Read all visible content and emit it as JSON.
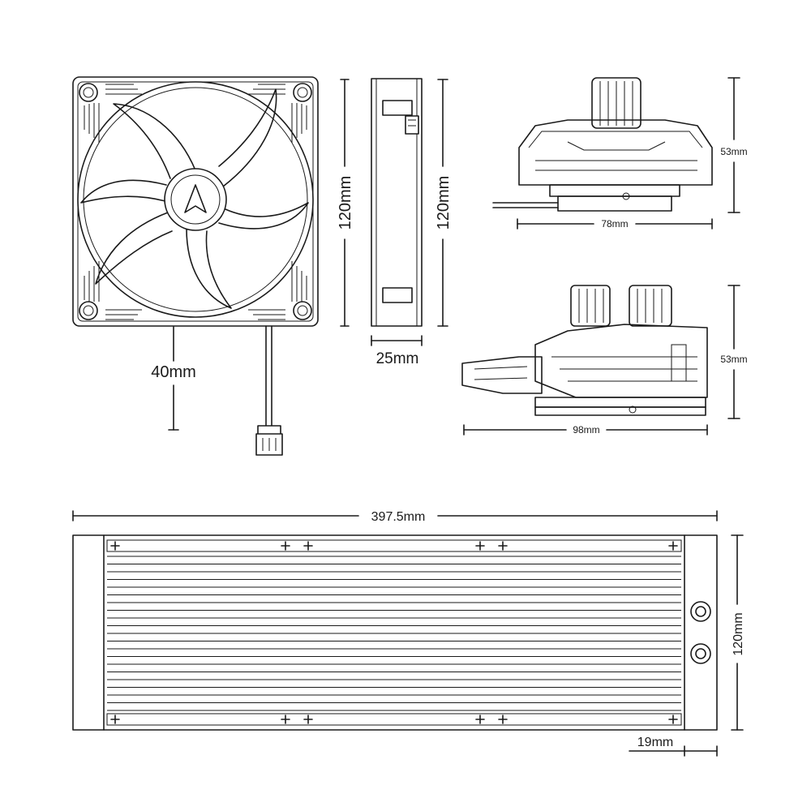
{
  "labels": {
    "fan_height": "120mm",
    "fan_side_height": "120mm",
    "fan_depth": "25mm",
    "cable_length": "40mm",
    "pump_top_height": "53mm",
    "pump_top_width": "78mm",
    "pump_side_height": "53mm",
    "pump_side_width": "98mm",
    "radiator_length": "397.5mm",
    "radiator_height": "120mm",
    "radiator_end_width": "19mm"
  },
  "colors": {
    "line": "#1a1a1a",
    "background": "#ffffff"
  }
}
